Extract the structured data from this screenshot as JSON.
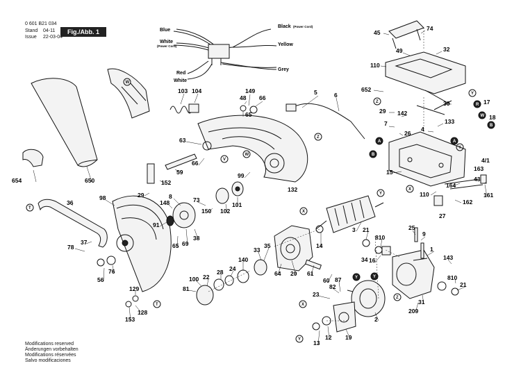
{
  "header": {
    "doc_number": "0 601 B21 034",
    "stand_label": "Stand",
    "stand_value": "04-11",
    "issue_label": "Issue",
    "issue_value": "22-03-04",
    "figure_tag": "Fig./Abb. 1"
  },
  "footer": {
    "lines": [
      "Modifications reserved",
      "Änderungen vorbehalten",
      "Modifications réservées",
      "Salvo modificaciones"
    ]
  },
  "wires": {
    "blue": "Blue",
    "black": "Black",
    "black_note": "(Power Cord)",
    "white_cord": "White",
    "white_cord_note": "(Power Cord)",
    "yellow": "Yellow",
    "red": "Red",
    "white": "White",
    "grey": "Grey"
  },
  "part_numbers": {
    "p45": "45",
    "p74": "74",
    "p49": "49",
    "p32": "32",
    "p110a": "110",
    "p652": "652",
    "p30": "30",
    "p17": "17",
    "p18": "18",
    "p29a": "29",
    "p142": "142",
    "p133": "133",
    "p7": "7",
    "p26": "26",
    "p4": "4",
    "p15": "15",
    "p4_1": "4/1",
    "p163": "163",
    "p43": "43",
    "p164": "164",
    "p110b": "110",
    "p162": "162",
    "p161": "161",
    "p27": "27",
    "p5": "5",
    "p6": "6",
    "p103": "103",
    "p104": "104",
    "p149": "149",
    "p48": "48",
    "p65": "65",
    "p66": "66",
    "p63": "63",
    "p59": "59",
    "p66b": "66",
    "p99": "99",
    "p132": "132",
    "p152": "152",
    "p29b": "29",
    "p73": "73",
    "p150": "150",
    "p102": "102",
    "p101": "101",
    "p8": "8",
    "p148": "148",
    "p91": "91",
    "p65b": "65",
    "p69": "69",
    "p38": "38",
    "p654": "654",
    "p650": "650",
    "p36": "36",
    "p98": "98",
    "p37": "37",
    "p78": "78",
    "p76": "76",
    "p56": "56",
    "p129": "129",
    "p128": "128",
    "p153": "153",
    "p3": "3",
    "p21a": "21",
    "p810a": "810",
    "p16": "16",
    "p25": "25",
    "p9": "9",
    "p1": "1",
    "p143": "143",
    "p810b": "810",
    "p21b": "21",
    "p31": "31",
    "p209": "209",
    "p14": "14",
    "p35": "35",
    "p33": "33",
    "p140": "140",
    "p28": "28",
    "p24": "24",
    "p100": "100",
    "p81": "81",
    "p22": "22",
    "p64": "64",
    "p20": "20",
    "p61": "61",
    "p60": "60",
    "p87": "87",
    "p82": "82",
    "p23": "23",
    "p2": "2",
    "p13": "13",
    "p12": "12",
    "p19": "19",
    "p34": "34"
  },
  "callouts": {
    "w1": "W",
    "z1": "Z",
    "v1": "V",
    "w2": "W",
    "x1": "X",
    "y1": "Y",
    "t1": "T",
    "x2": "X",
    "y2": "Y",
    "z2": "Z",
    "y3": "Y",
    "a1": "A",
    "r1": "R",
    "w3": "W",
    "b1": "B",
    "a2": "A",
    "b2": "B",
    "x3": "X",
    "y4": "Y",
    "y5": "Y",
    "y6": "Y",
    "z3": "Z",
    "t2": "T"
  }
}
